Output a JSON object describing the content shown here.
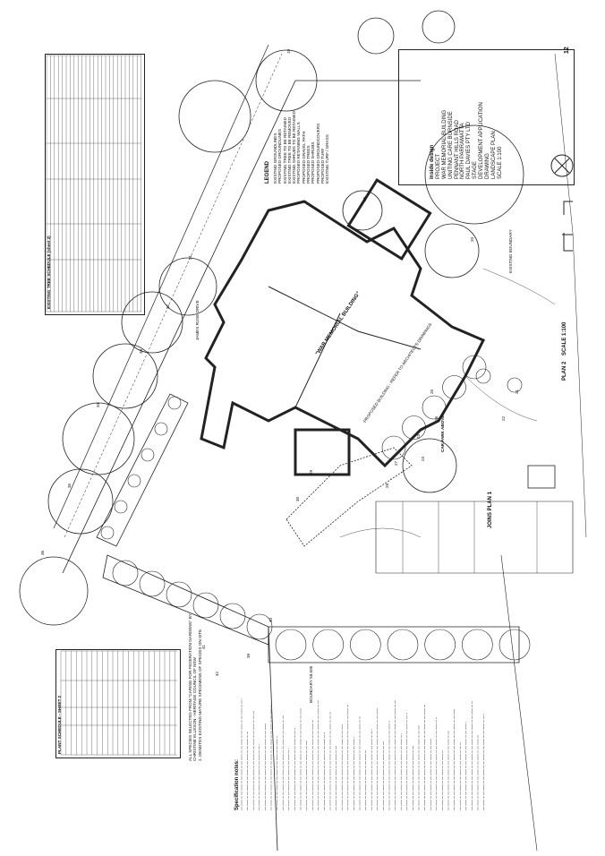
{
  "title_block": {
    "firm": "inside design",
    "project_label": "PROJECT",
    "project_lines": [
      "WAR MEMORIAL BUILDING",
      "UNITING CARE BURNSIDE",
      "PENNANT HILLS ROAD",
      "NORTH PARRAMATTA"
    ],
    "client": "PAUL DAVIES PTY LTD",
    "stage_label": "STAGE",
    "stage": "DEVELOPMENT APPLICATION",
    "drawing_label": "DRAWING",
    "drawing": "LANDSCAPE PLAN",
    "scale": "SCALE 1:100",
    "sheet_no": "12"
  },
  "legend": {
    "heading": "LEGEND",
    "items": [
      "EXISTING GROUNDLINES",
      "PROPOSED GROUNDLINES",
      "EXISTING TREE TO BE RETAINED",
      "EXISTING TREE TO BE REMOVED",
      "EXISTING SHRUBS TO BE RETAINED",
      "PROPOSED RETAINING WALLS",
      "PROPOSED GRAVEL PATH",
      "PROPOSED TREES",
      "PROPOSED SHRUBS",
      "PROPOSED GROUNDCOVERS",
      "PROPOSED TURF",
      "EXISTING TURF / GRASS"
    ]
  },
  "building": {
    "name": "\"WAR MEMORIAL BUILDING\"",
    "note": "PROPOSED BUILDING - REFER TO ARCHITECTS DRAWINGS",
    "car_park": "CAR PARK ABOVE"
  },
  "plan": {
    "title": "PLAN 2",
    "scale": "SCALE 1:100",
    "join": "JOINS PLAN 1",
    "boundary_1": "BOUNDARY 58.505",
    "boundary_2": "EXISTING BOUNDARY",
    "road": "JAMES RUSE DRIVE"
  },
  "tree_numbers": [
    "19",
    "20",
    "21",
    "22",
    "23",
    "24",
    "25",
    "26",
    "27",
    "28",
    "29",
    "30",
    "31",
    "32",
    "33",
    "34",
    "35",
    "36",
    "39",
    "40",
    "41",
    "42",
    "50"
  ],
  "schedules": {
    "existing_trees_title": "EXISTING TREE SCHEDULE (sheet 2)",
    "plant_title": "PLANT SCHEDULE - SHEET 2",
    "notes": [
      "ALL SPECIES SELECTED FROM \"CARING FOR FEDERATION GARDENS\" BY",
      "CHRISTINE ELLESON - HERITAGE COUNCIL OF NSW",
      "2. DENOTES EXISTING MATURE SPECIMENS OF SPECIES ON SITE"
    ]
  },
  "specification": {
    "heading": "Specification notes:",
    "lines": 42
  }
}
